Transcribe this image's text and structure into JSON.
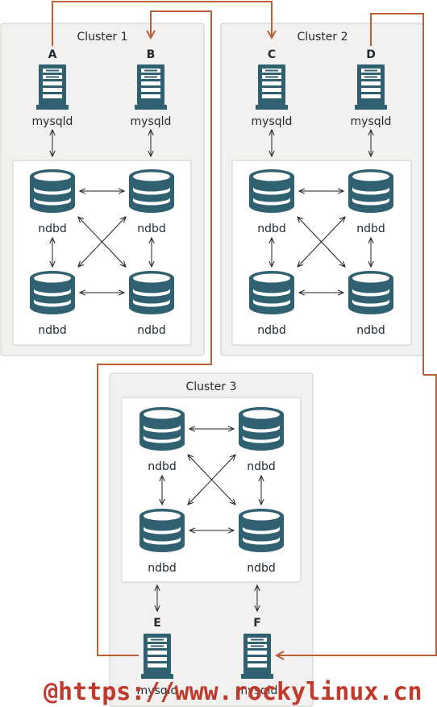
{
  "clusters": [
    {
      "title": "Cluster 1"
    },
    {
      "title": "Cluster 2"
    },
    {
      "title": "Cluster 3"
    }
  ],
  "nodes": {
    "A": {
      "letter": "A",
      "label": "mysqld"
    },
    "B": {
      "letter": "B",
      "label": "mysqld"
    },
    "C": {
      "letter": "C",
      "label": "mysqld"
    },
    "D": {
      "letter": "D",
      "label": "mysqld"
    },
    "E": {
      "letter": "E",
      "label": "mysqld"
    },
    "F": {
      "letter": "F",
      "label": "mysqld"
    }
  },
  "data_node_label": "ndbd",
  "watermark": "@https://www.rockylinux.cn",
  "colors": {
    "replication": "#b8603a",
    "icon": "#2f6171",
    "cluster_bg": "#f2f1ef",
    "cluster_border": "#cfccc6",
    "inner_bg": "#ffffff",
    "watermark": "#c0392b"
  }
}
